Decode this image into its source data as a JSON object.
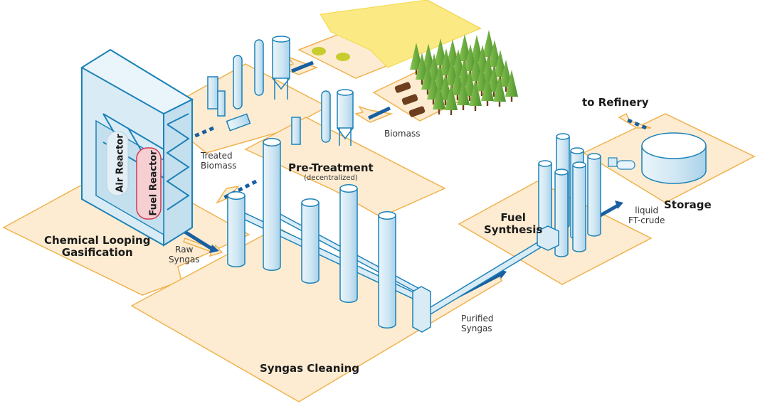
{
  "diagram": {
    "type": "process-flow",
    "description": "Biomass-to-liquid fuel process via chemical looping gasification",
    "colors": {
      "platform_fill": "#fdecd2",
      "platform_stroke": "#f0b34f",
      "equipment_fill": "#d9ecf6",
      "equipment_stroke": "#1d82b8",
      "flow_arrow": "#1a5fa0",
      "fuel_reactor": "#f6cfd3",
      "fuel_reactor_stroke": "#d2384e",
      "field": "#fbe983",
      "tree": "#5fa83a",
      "log": "#6e3f1e"
    },
    "stages": [
      {
        "id": "pretreatment",
        "title": "Pre-Treatment",
        "subtitle": "(decentralized)"
      },
      {
        "id": "gasification",
        "title_line1": "Chemical Looping",
        "title_line2": "Gasification"
      },
      {
        "id": "cleaning",
        "title": "Syngas Cleaning"
      },
      {
        "id": "synthesis",
        "title_line1": "Fuel",
        "title_line2": "Synthesis"
      },
      {
        "id": "storage",
        "title": "Storage"
      }
    ],
    "reactors": {
      "air": "Air Reactor",
      "fuel": "Fuel Reactor"
    },
    "flows": {
      "biomass": "Biomass",
      "treated_biomass_1": "Treated",
      "treated_biomass_2": "Biomass",
      "raw_syngas_1": "Raw",
      "raw_syngas_2": "Syngas",
      "purified_syngas_1": "Purified",
      "purified_syngas_2": "Syngas",
      "ft_crude_1": "liquid",
      "ft_crude_2": "FT-crude",
      "refinery": "to Refinery"
    }
  }
}
